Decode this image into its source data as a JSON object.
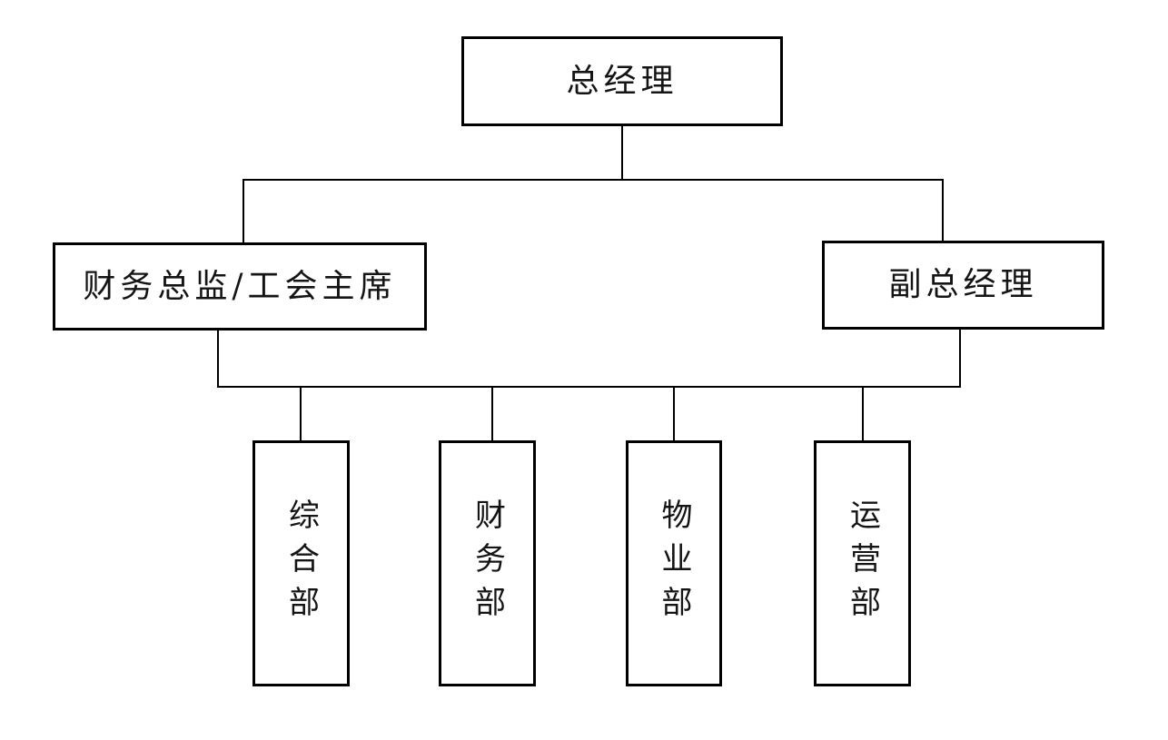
{
  "org_chart": {
    "root": {
      "label": "总经理"
    },
    "level2": [
      {
        "label": "财务总监/工会主席"
      },
      {
        "label": "副总经理"
      }
    ],
    "departments": [
      {
        "label": "综合部"
      },
      {
        "label": "财务部"
      },
      {
        "label": "物业部"
      },
      {
        "label": "运营部"
      }
    ],
    "colors": {
      "line": "#000000",
      "box_border": "#000000",
      "text": "#141414",
      "background": "#ffffff"
    }
  }
}
